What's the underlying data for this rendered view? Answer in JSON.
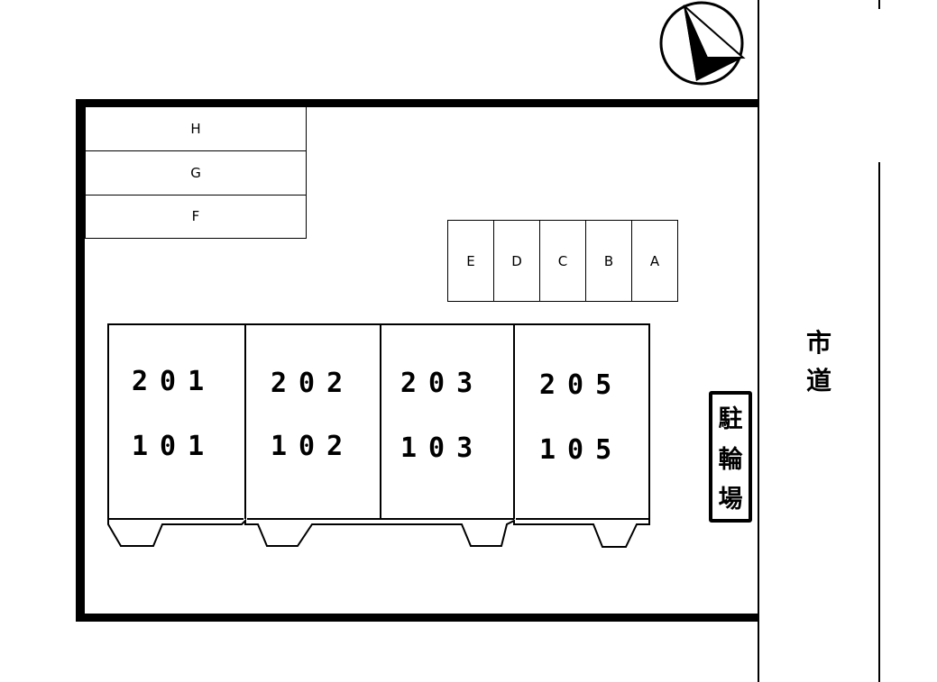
{
  "compass": {
    "icon": "north-arrow-icon"
  },
  "parking_left": [
    "H",
    "G",
    "F"
  ],
  "parking_right": [
    "E",
    "D",
    "C",
    "B",
    "A"
  ],
  "units": [
    {
      "upper": "201",
      "lower": "101"
    },
    {
      "upper": "202",
      "lower": "102"
    },
    {
      "upper": "203",
      "lower": "103"
    },
    {
      "upper": "205",
      "lower": "105"
    }
  ],
  "bicycle_parking": [
    "駐",
    "輪",
    "場"
  ],
  "city_road": [
    "市",
    "道"
  ]
}
